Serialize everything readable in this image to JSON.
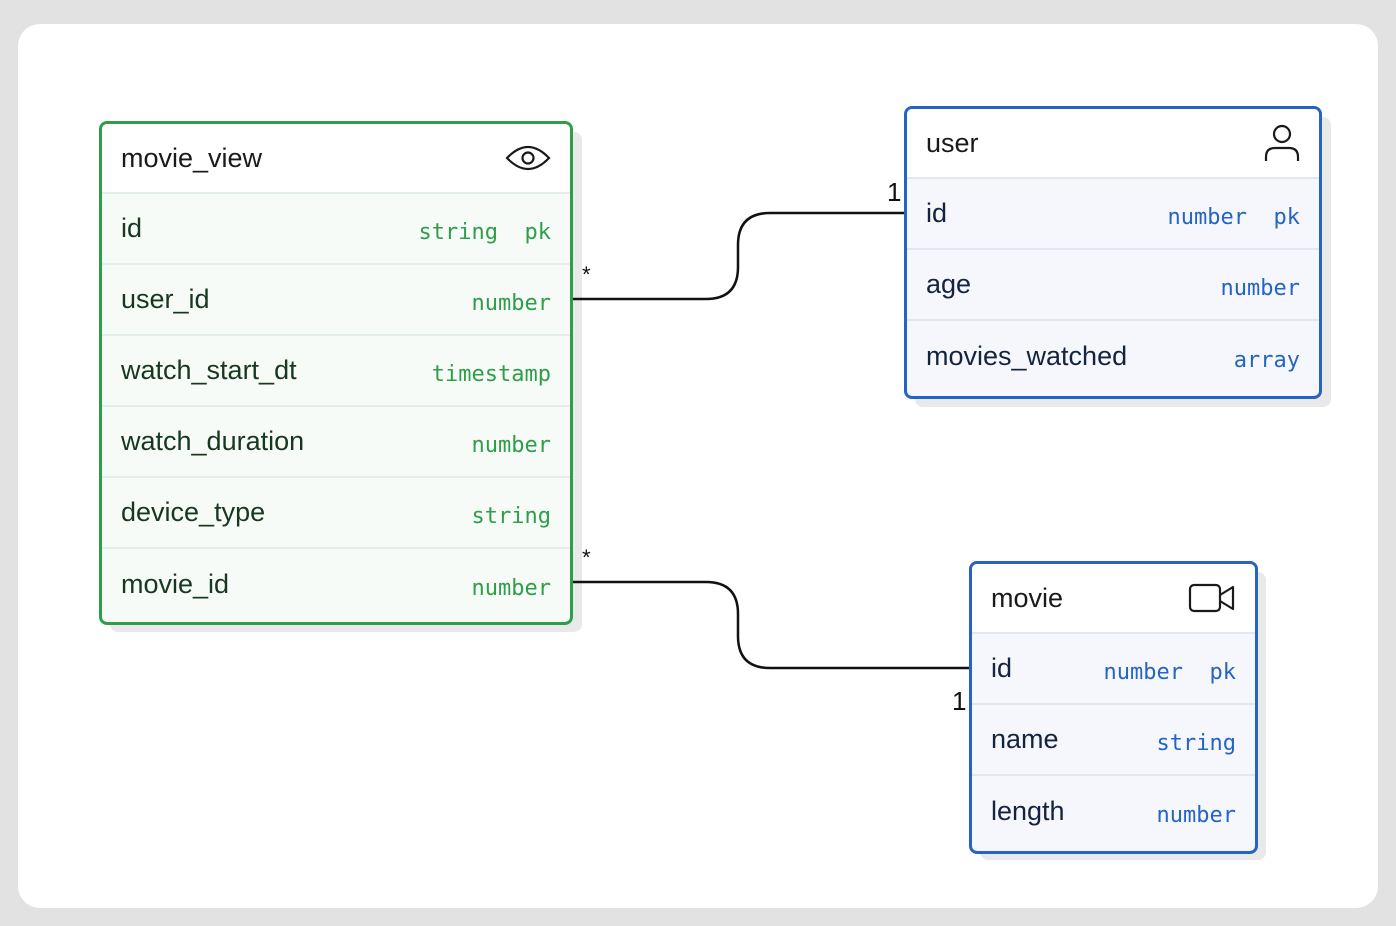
{
  "tables": {
    "movie_view": {
      "name": "movie_view",
      "icon": "eye-icon",
      "color": "#2f9e4a",
      "fields": [
        {
          "name": "id",
          "type": "string  pk"
        },
        {
          "name": "user_id",
          "type": "number"
        },
        {
          "name": "watch_start_dt",
          "type": "timestamp"
        },
        {
          "name": "watch_duration",
          "type": "number"
        },
        {
          "name": "device_type",
          "type": "string"
        },
        {
          "name": "movie_id",
          "type": "number"
        }
      ]
    },
    "user": {
      "name": "user",
      "icon": "user-icon",
      "color": "#2563c4",
      "fields": [
        {
          "name": "id",
          "type": "number  pk"
        },
        {
          "name": "age",
          "type": "number"
        },
        {
          "name": "movies_watched",
          "type": "array"
        }
      ]
    },
    "movie": {
      "name": "movie",
      "icon": "video-camera-icon",
      "color": "#2563c4",
      "fields": [
        {
          "name": "id",
          "type": "number  pk"
        },
        {
          "name": "name",
          "type": "string"
        },
        {
          "name": "length",
          "type": "number"
        }
      ]
    }
  },
  "relations": [
    {
      "from": "movie_view.user_id",
      "to": "user.id",
      "from_card": "*",
      "to_card": "1"
    },
    {
      "from": "movie_view.movie_id",
      "to": "movie.id",
      "from_card": "*",
      "to_card": "1"
    }
  ]
}
